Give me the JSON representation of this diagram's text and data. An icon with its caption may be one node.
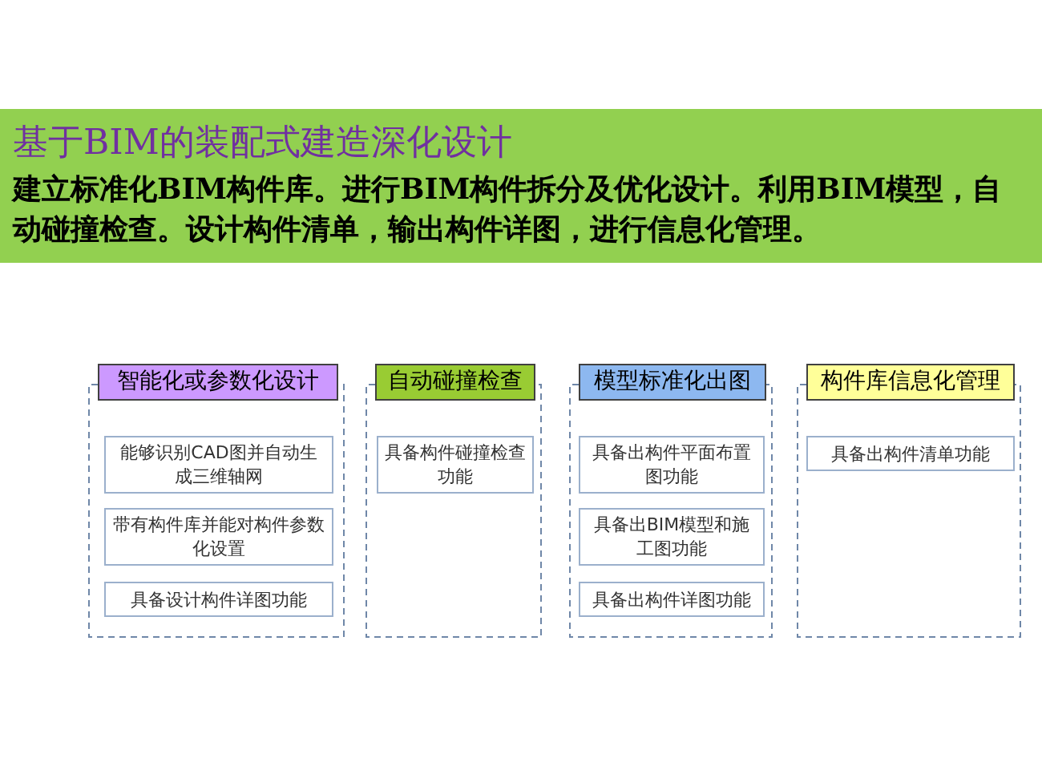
{
  "diagram": {
    "nodes": [
      {
        "text": [
          "基于BIM的装配式建造深化设计",
          "建立标准化BIM构件库。进行BIM构件拆分及优化设计。利用BIM模型，自动碰撞检查。设计构件清单，输出构件详图，进行信息化管理。"
        ]
      },
      {
        "text": [
          "智能化或参数化设计"
        ]
      },
      {
        "text": [
          "能够识别CAD图并自动生成三维轴网"
        ],
        "in": 1
      },
      {
        "text": [
          "带有构件库并能对构件参数化设置"
        ],
        "in": 1
      },
      {
        "text": [
          "具备设计构件详图功能"
        ],
        "in": 1
      },
      {
        "text": [
          "自动碰撞检查"
        ]
      },
      {
        "text": [
          "具备构件碰撞检查功能"
        ],
        "in": 5
      },
      {
        "text": [
          "模型标准化出图"
        ]
      },
      {
        "text": [
          "具备出构件平面布置图功能"
        ],
        "in": 7
      },
      {
        "text": [
          "具备出BIM模型和施工图功能"
        ],
        "in": 7
      },
      {
        "text": [
          "具备出构件详图功能"
        ],
        "in": 7
      },
      {
        "text": [
          "构件库信息化管理"
        ]
      },
      {
        "text": [
          "具备出构件清单功能"
        ],
        "in": 11
      }
    ]
  }
}
